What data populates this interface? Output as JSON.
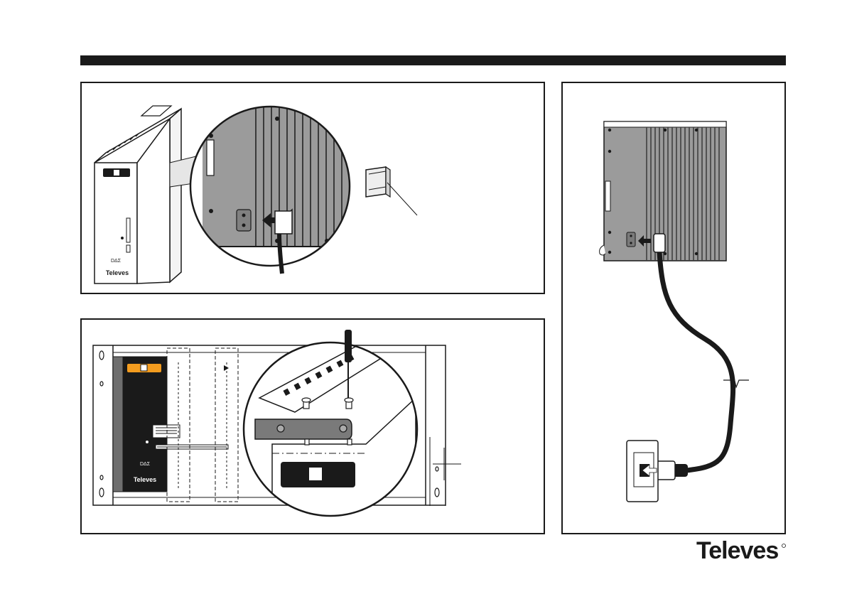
{
  "brand": {
    "name": "Televes",
    "device_brand": "Televes",
    "device_badge": "DΔΣ",
    "logo_color": "#1a1a1a",
    "accent_label_color": "#f39c1f"
  },
  "panels": [
    {
      "id": "din-rail-mounting",
      "icons": [
        "device-icon",
        "zoom-circle-icon",
        "power-plug-icon",
        "din-rail-icon"
      ]
    },
    {
      "id": "rack-mounting",
      "icons": [
        "rack-frame-icon",
        "screwdriver-icon",
        "mounting-bracket-icon"
      ]
    },
    {
      "id": "mains-connection",
      "icons": [
        "device-back-icon",
        "power-cable-icon",
        "wall-socket-icon"
      ]
    }
  ]
}
